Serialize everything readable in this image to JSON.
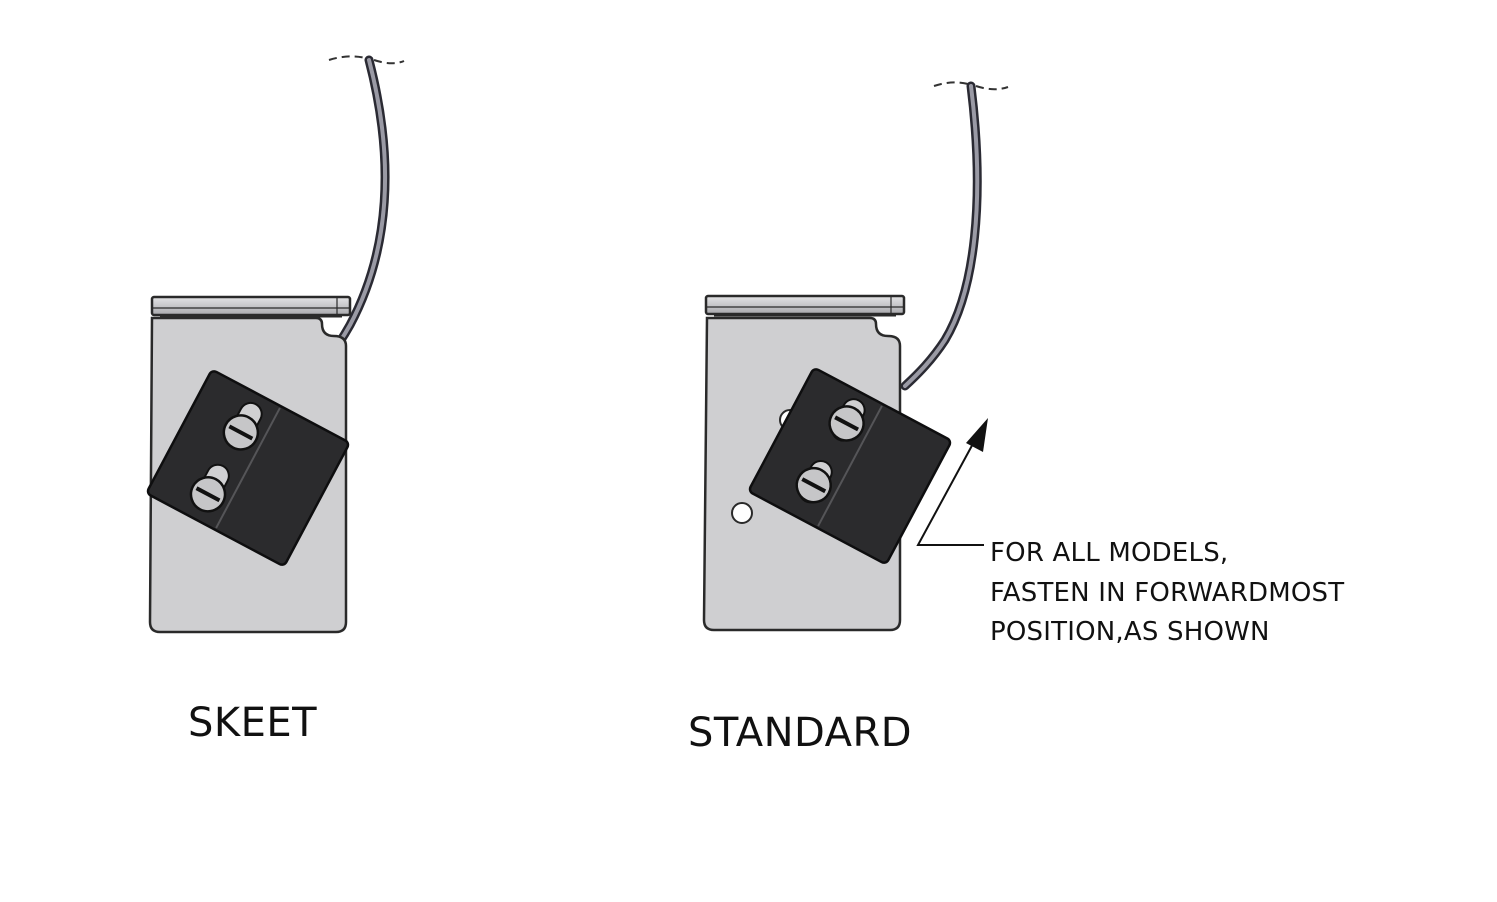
{
  "figures": [
    {
      "label": "SKEET"
    },
    {
      "label": "STANDARD"
    }
  ],
  "note": {
    "lines": [
      "FOR ALL MODELS,",
      "FASTEN IN FORWARDMOST",
      "POSITION,AS SHOWN"
    ]
  },
  "colors": {
    "bracket_fill": "#cfcfd1",
    "bracket_stroke": "#2a2a2a",
    "sensor_fill": "#2b2b2d",
    "cable": "#4a4a55",
    "text": "#111111"
  }
}
